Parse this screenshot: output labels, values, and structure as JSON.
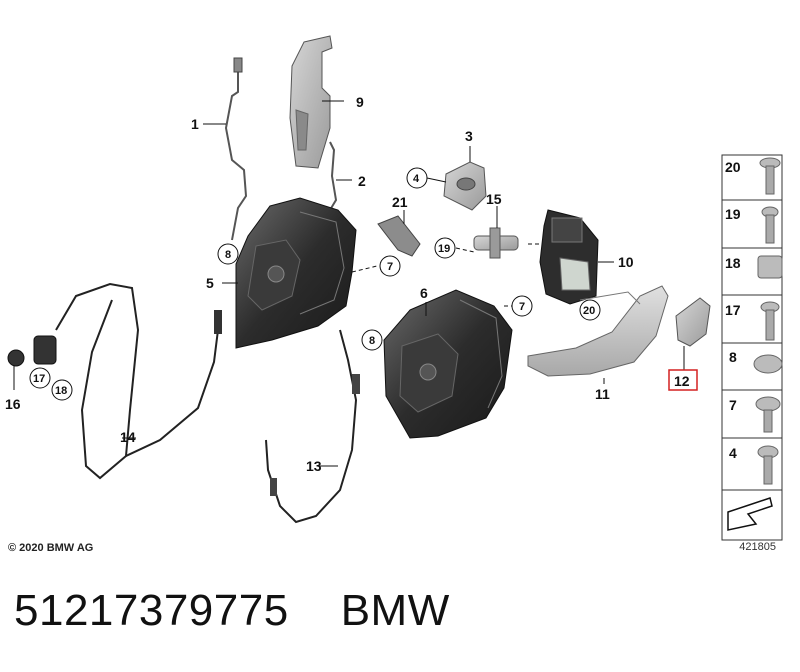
{
  "callouts": {
    "c1": "1",
    "c2": "2",
    "c3": "3",
    "c4": "4",
    "c5": "5",
    "c6": "6",
    "c7a": "7",
    "c7b": "7",
    "c8a": "8",
    "c8b": "8",
    "c9": "9",
    "c10": "10",
    "c11": "11",
    "c12": "12",
    "c13": "13",
    "c14": "14",
    "c15": "15",
    "c16": "16",
    "c17": "17",
    "c18": "18",
    "c19": "19",
    "c20": "20",
    "c21": "21"
  },
  "side_panel": {
    "items": [
      "20",
      "19",
      "18",
      "17",
      "8",
      "7",
      "4"
    ]
  },
  "copyright": "© 2020 BMW AG",
  "image_code": "421805",
  "part_number": "51217379775",
  "brand": "BMW",
  "colors": {
    "highlight": "#d42020",
    "part_gray": "#b9b9b9",
    "part_dark": "#333333"
  }
}
